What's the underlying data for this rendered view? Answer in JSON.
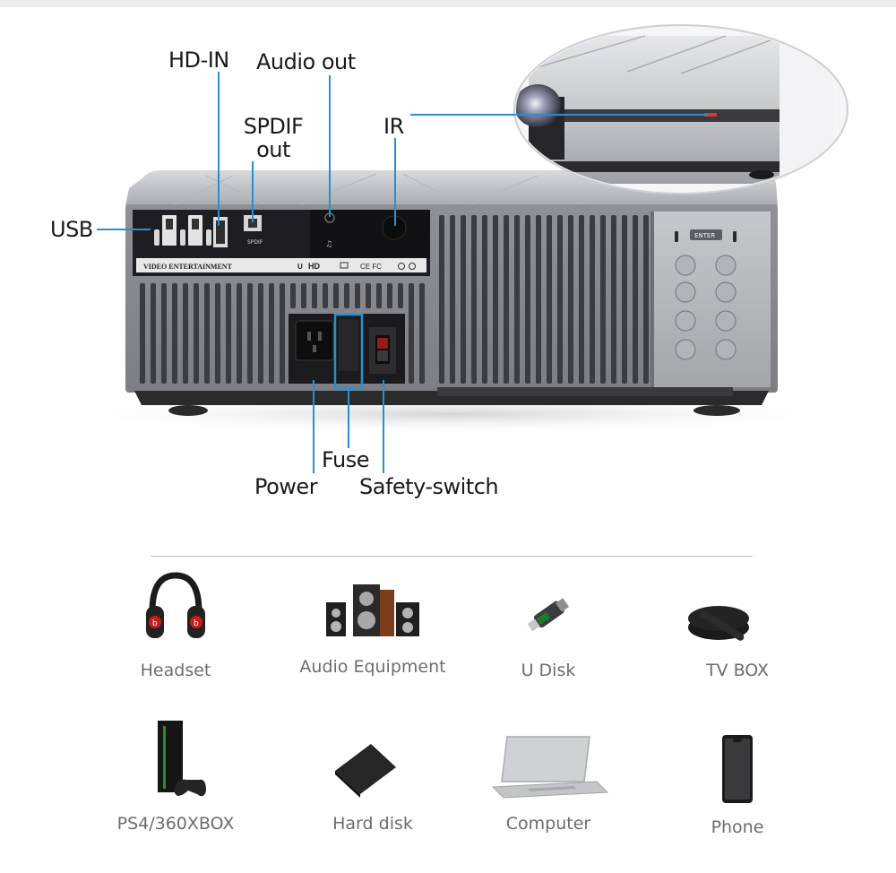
{
  "callouts": {
    "usb": "USB",
    "hd_in": "HD-IN",
    "audio_out": "Audio out",
    "spdif_line1": "SPDIF",
    "spdif_line2": "out",
    "ir": "IR",
    "fuse": "Fuse",
    "power": "Power",
    "safety_switch": "Safety-switch"
  },
  "panel_print": {
    "brand": "VIDEO ENTERTAINMENT",
    "spdif_port": "SPDIF",
    "enter_key": "ENTER",
    "certs": "CE FC"
  },
  "devices": [
    {
      "label": "Headset",
      "icon": "headphones-icon"
    },
    {
      "label": "Audio Equipment",
      "icon": "speaker-system-icon"
    },
    {
      "label": "U Disk",
      "icon": "usb-drive-icon"
    },
    {
      "label": "TV BOX",
      "icon": "tv-box-icon"
    },
    {
      "label": "PS4/360XBOX",
      "icon": "game-console-icon"
    },
    {
      "label": "Hard disk",
      "icon": "hard-disk-icon"
    },
    {
      "label": "Computer",
      "icon": "laptop-icon"
    },
    {
      "label": "Phone",
      "icon": "phone-icon"
    }
  ],
  "colors": {
    "callout_line": "#2a8fd0",
    "projector_body": "#9a9ca1",
    "port_panel": "#1e1e22",
    "highlight_box": "#2a8fd0"
  }
}
